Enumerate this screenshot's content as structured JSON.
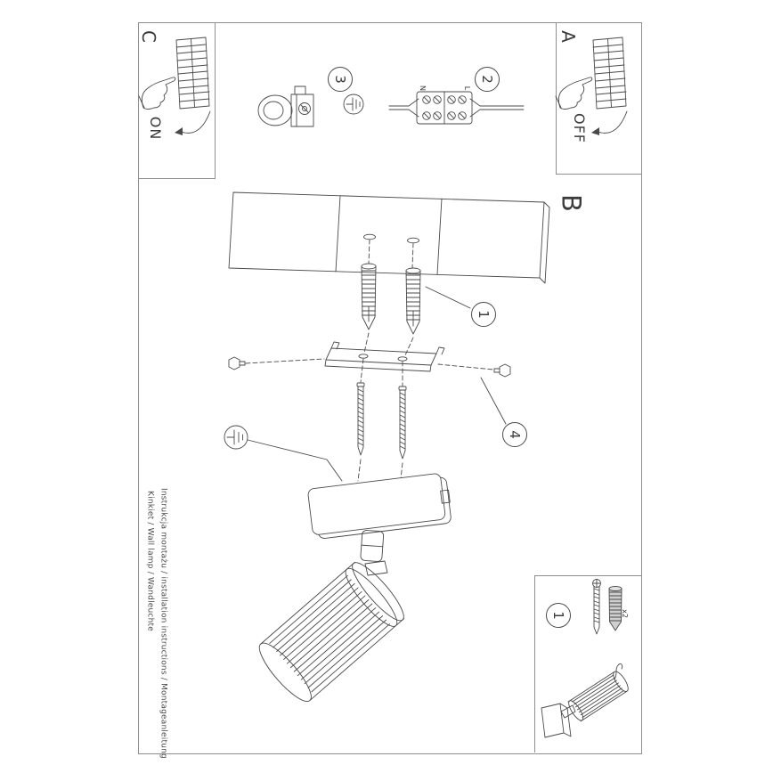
{
  "sections": {
    "a": "A",
    "b": "B",
    "c": "C"
  },
  "switch_labels": {
    "on": "ON",
    "off": "OFF"
  },
  "steps": {
    "one": "1",
    "two": "2",
    "three": "3",
    "four": "4"
  },
  "wiring": {
    "neutral": "N",
    "live": "L"
  },
  "parts": {
    "step": "1",
    "quantity": "x2"
  },
  "footer": {
    "line1": "Instrukcja montażu / installation instructions / Montageanleitung",
    "line2": "Kinkiet / Wall lamp / Wandleuchte"
  },
  "colors": {
    "ink": "#4a4a4a",
    "frame": "#8f8f8f",
    "paper": "#ffffff"
  }
}
